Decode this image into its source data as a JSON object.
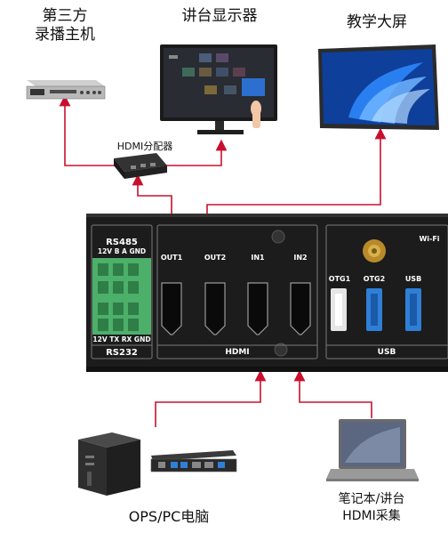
{
  "labels": {
    "recorder": [
      "第三方",
      "录播主机"
    ],
    "podium_display": "讲台显示器",
    "teaching_screen": "教学大屏",
    "splitter": "HDMI分配器",
    "ops": "OPS/PC电脑",
    "laptop": [
      "笔记本/讲台",
      "HDMI采集"
    ]
  },
  "panel": {
    "rs485_title": "RS485",
    "rs485_pins": "12V B A GND",
    "rs232_pins": "12V TX RX GND",
    "rs232_title": "RS232",
    "hdmi_ports": [
      "OUT1",
      "OUT2",
      "IN1",
      "IN2"
    ],
    "hdmi_title": "HDMI",
    "usb_ports": [
      "OTG1",
      "OTG2",
      "USB"
    ],
    "usb_title": "USB",
    "wifi": "Wi-Fi"
  },
  "colors": {
    "arrow": "#c8102e",
    "panel": "#1c1c1c",
    "terminal": "#4caf6a",
    "usb_blue": "#2f7fd6"
  }
}
